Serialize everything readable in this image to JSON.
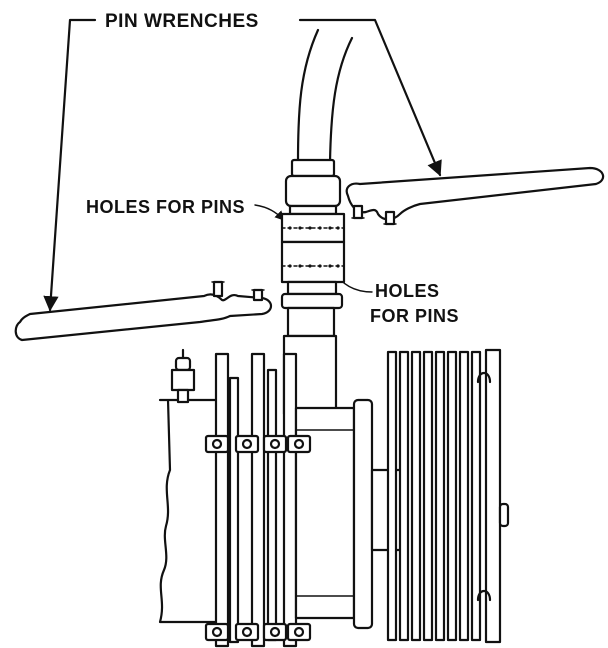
{
  "labels": {
    "pin_wrenches": "PIN WRENCHES",
    "holes_for_pins_left": "HOLES FOR PINS",
    "holes_for_pins_right_line1": "HOLES",
    "holes_for_pins_right_line2": "FOR PINS"
  }
}
